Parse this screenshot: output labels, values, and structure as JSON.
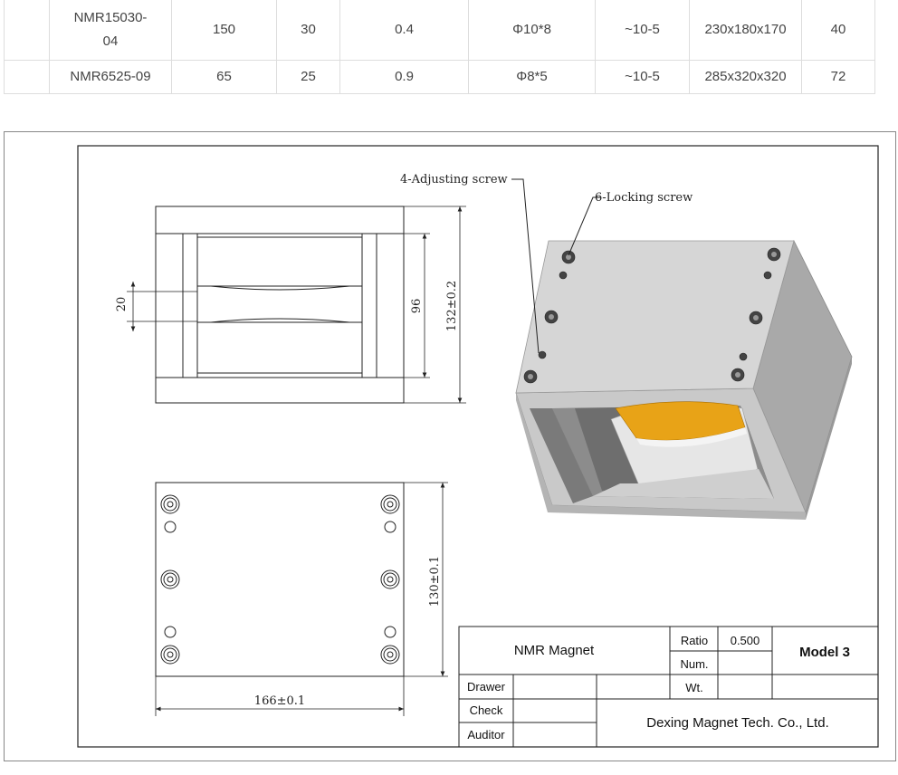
{
  "spec_table": {
    "rows": [
      {
        "model": "NMR15030-04",
        "c1": "150",
        "c2": "30",
        "c3": "0.4",
        "c4": "Φ10*8",
        "c5": "~10-5",
        "c6": "230x180x170",
        "c7": "40"
      },
      {
        "model": "NMR6525-09",
        "c1": "65",
        "c2": "25",
        "c3": "0.9",
        "c4": "Φ8*5",
        "c5": "~10-5",
        "c6": "285x320x320",
        "c7": "72"
      }
    ]
  },
  "drawing": {
    "callouts": {
      "adjusting_screw": "4-Adjusting screw",
      "locking_screw": "6-Locking screw"
    },
    "dimensions": {
      "gap": "20",
      "inner_height": "96",
      "outer_height": "132±0.2",
      "plate_height": "130±0.1",
      "plate_width": "166±0.1"
    },
    "title_block": {
      "name": "NMR Magnet",
      "ratio_label": "Ratio",
      "ratio_value": "0.500",
      "num_label": "Num.",
      "wt_label": "Wt.",
      "model": "Model 3",
      "drawer_label": "Drawer",
      "check_label": "Check",
      "auditor_label": "Auditor",
      "company": "Dexing Magnet Tech. Co., Ltd."
    },
    "colors": {
      "magnet_face": "#e8a317",
      "frame_top": "#d6d6d6",
      "frame_side": "#a9a9a9"
    }
  }
}
